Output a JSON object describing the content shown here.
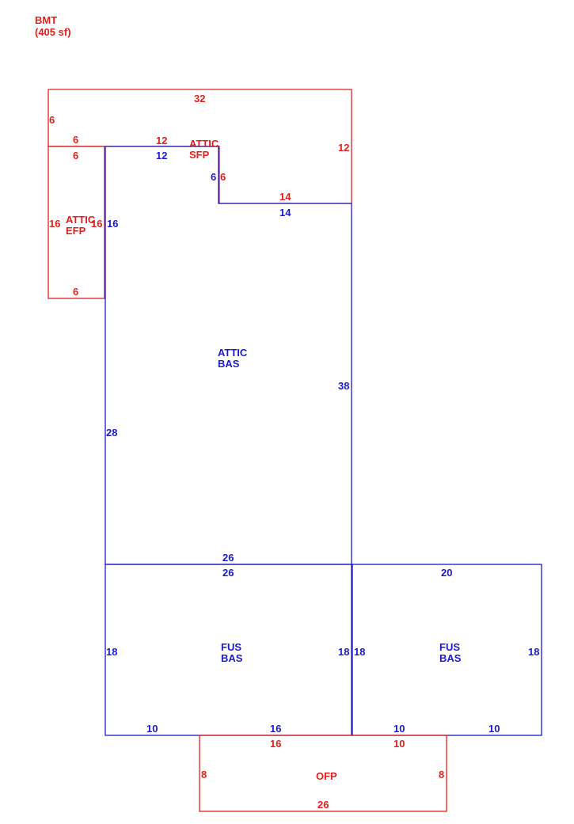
{
  "header": {
    "line1": "BMT",
    "line2": "(405 sf)"
  },
  "colors": {
    "red": "#e0201c",
    "blue": "#1a1acc"
  },
  "areas": {
    "attic_sfp": [
      "ATTIC",
      "SFP"
    ],
    "attic_efp": [
      "ATTIC",
      "EFP"
    ],
    "attic_bas": [
      "ATTIC",
      "BAS"
    ],
    "fus_bas_left": [
      "FUS",
      "BAS"
    ],
    "fus_bas_right": [
      "FUS",
      "BAS"
    ],
    "ofp": [
      "OFP"
    ]
  },
  "dims": {
    "sfp_top": "32",
    "sfp_left": "6",
    "sfp_right": "12",
    "sfp_mid_top": "12",
    "sfp_inner": "6",
    "sfp_bottom": "14",
    "efp_top_red": "6",
    "efp_top": "6",
    "efp_left": "16",
    "efp_right": "16",
    "efp_bottom": "6",
    "bas_top": "12",
    "bas_step": "6",
    "bas_step_top": "14",
    "bas_left_upper": "16",
    "bas_left": "28",
    "bas_right": "38",
    "bas_bottom": "26",
    "fus_l_top": "26",
    "fus_l_left": "18",
    "fus_l_right": "18",
    "fus_l_bottom_a": "10",
    "fus_l_bottom_b": "16",
    "fus_r_top": "20",
    "fus_r_left": "18",
    "fus_r_right": "18",
    "fus_r_bottom_a": "10",
    "fus_r_bottom_b": "10",
    "ofp_top_a": "16",
    "ofp_top_b": "10",
    "ofp_left": "8",
    "ofp_right": "8",
    "ofp_bottom": "26"
  }
}
